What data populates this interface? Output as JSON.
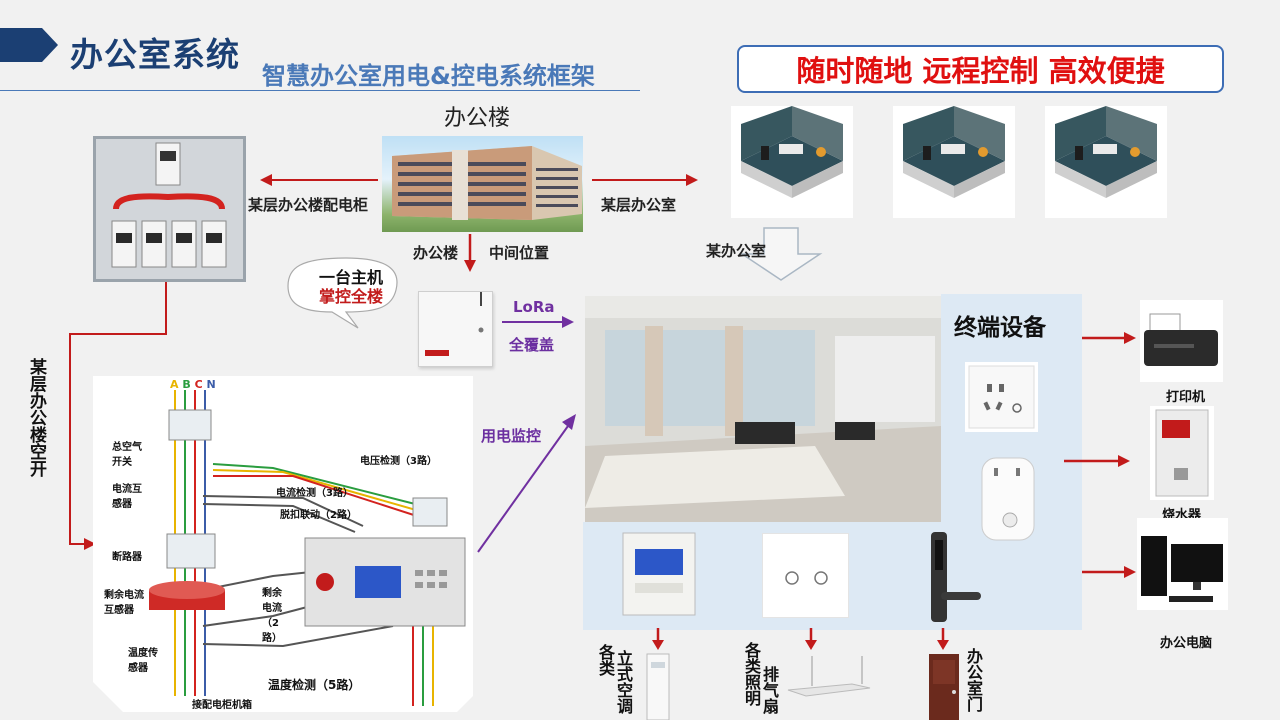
{
  "header": {
    "title": "办公室系统",
    "subtitle": "智慧办公室用电&控电系统框架",
    "slogan": "随时随地 远程控制 高效便捷"
  },
  "labels": {
    "building": "办公楼",
    "cabinet": "某层办公楼配电柜",
    "floor_office": "某层办公室",
    "building_mid_1": "办公楼",
    "building_mid_2": "中间位置",
    "some_office": "某办公室",
    "bubble_line1": "一台主机",
    "bubble_line2": "掌控全楼",
    "lora": "LoRa",
    "full_coverage": "全覆盖",
    "power_monitor": "用电监控",
    "floor_breaker": "某层办公楼空开",
    "terminal_devices": "终端设备"
  },
  "devices": {
    "printer": "打印机",
    "kettle": "烧水器",
    "pc": "办公电脑",
    "ac_1": "各类",
    "ac_2": "立式空调",
    "light_1": "各类照明",
    "light_2": "排气扇",
    "door": "办公室门"
  },
  "wiring": {
    "main_breaker": "总空气开关",
    "ct": "电流互感器",
    "breaker": "断路器",
    "rcd": "剩余电流互感器",
    "temp_sensor": "温度传感器",
    "chassis": "接配电柜机箱",
    "voltage_detect": "电压检测（3路）",
    "current_detect": "电流检测（3路）",
    "trip_link": "脱扣联动（2路）",
    "residual": "剩余电流（2路）",
    "temp_detect": "温度检测（5路）",
    "phases": [
      "A",
      "B",
      "C",
      "N"
    ]
  },
  "colors": {
    "title_blue": "#1b3f73",
    "subtitle_blue": "#4a79b8",
    "slogan_red": "#e01010",
    "arrow_red": "#c21b1b",
    "arrow_purple": "#7030a0",
    "panel_blue": "#dde9f4"
  }
}
